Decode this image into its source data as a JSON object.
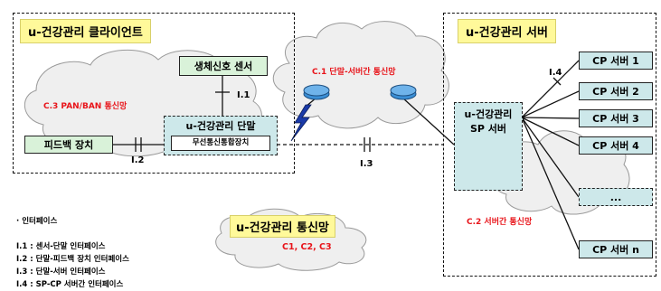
{
  "client": {
    "title": "u-건강관리 클라이언트",
    "sensor": "생체신호 센서",
    "pan_label": "C.3 PAN/BAN 통신망",
    "terminal_title": "u-건강관리 단말",
    "wireless_device": "무선통신통합장치",
    "feedback": "피드백 장치"
  },
  "network": {
    "c1_label": "C.1 단말-서버간 통신망",
    "title": "u-건강관리 통신망",
    "sub": "C1, C2, C3"
  },
  "server": {
    "title": "u-건강관리 서버",
    "sp_line1": "u-건강관리",
    "sp_line2": "SP 서버",
    "c2_label": "C.2 서버간 통신망",
    "cp_servers": [
      "CP 서버 1",
      "CP 서버 2",
      "CP 서버 3",
      "CP 서버 4",
      "...",
      "CP 서버 n"
    ]
  },
  "interfaces": {
    "i1": "I.1",
    "i2": "I.2",
    "i3": "I.3",
    "i4": "I.4"
  },
  "legend": {
    "title": "· 인터페이스",
    "items": [
      "I.1 : 센서-단말 인터페이스",
      "I.2 : 단말-피드백 장치 인터페이스",
      "I.3 : 단말-서버 인터페이스",
      "I.4 : SP-CP 서버간 인터페이스"
    ]
  }
}
